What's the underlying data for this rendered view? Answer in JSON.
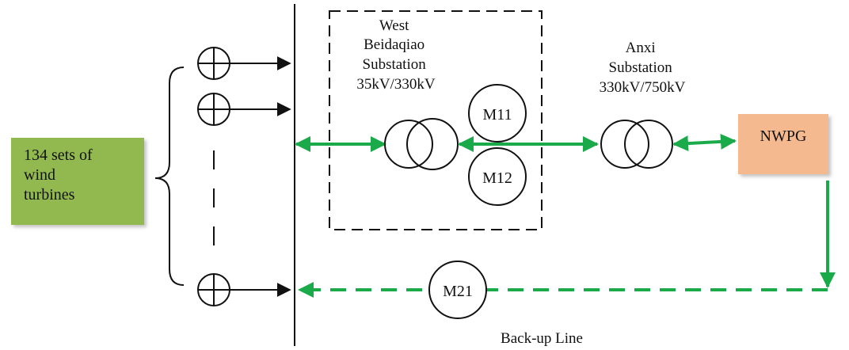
{
  "colors": {
    "wind_box_fill": "#92b94f",
    "nwpg_box_fill": "#f5b98f",
    "connection_green": "#1aaa4a",
    "line_black": "#111111"
  },
  "wind_turbines": {
    "label_line1": "134 sets of",
    "label_line2": "wind",
    "label_line3": "turbines"
  },
  "west_substation": {
    "line1": "West",
    "line2": "Beidaqiao",
    "line3": "Substation",
    "line4": "35kV/330kV"
  },
  "meters": {
    "m11": "M11",
    "m12": "M12",
    "m21": "M21"
  },
  "anxi_substation": {
    "line1": "Anxi",
    "line2": "Substation",
    "line3": "330kV/750kV"
  },
  "nwpg": {
    "label": "NWPG"
  },
  "backup_line": {
    "label": "Back-up Line"
  },
  "icons": {
    "generator": "circled-plus-icon",
    "transformer": "two-overlapping-circles-icon"
  }
}
